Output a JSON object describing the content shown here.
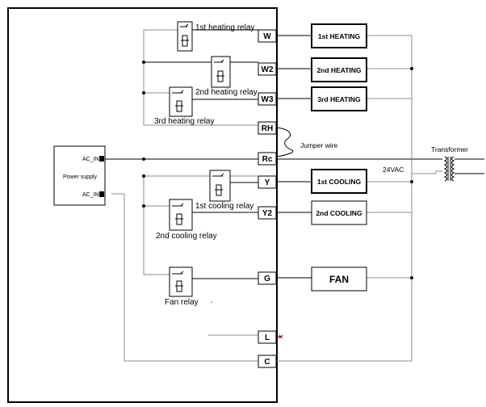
{
  "relays": {
    "heat1": "1st heating relay",
    "heat2": "2nd heating relay",
    "heat3": "3rd heating relay",
    "cool1": "1st cooling relay",
    "cool2": "2nd cooling relay",
    "fan": "Fan relay"
  },
  "terminals": {
    "W": "W",
    "W2": "W2",
    "W3": "W3",
    "RH": "RH",
    "Rc": "Rc",
    "Y": "Y",
    "Y2": "Y2",
    "G": "G",
    "L": "L",
    "C": "C"
  },
  "loads": {
    "heat1": "1st HEATING",
    "heat2": "2nd HEATING",
    "heat3": "3rd HEATING",
    "cool1": "1st COOLING",
    "cool2": "2nd COOLING",
    "fan": "FAN"
  },
  "power_supply": {
    "title": "Power supply",
    "pin1": "AC_IN",
    "pin2": "AC_IN"
  },
  "jumper_label": "Jumper wire",
  "transformer_label": "Transformer",
  "voltage_label": "24VAC"
}
